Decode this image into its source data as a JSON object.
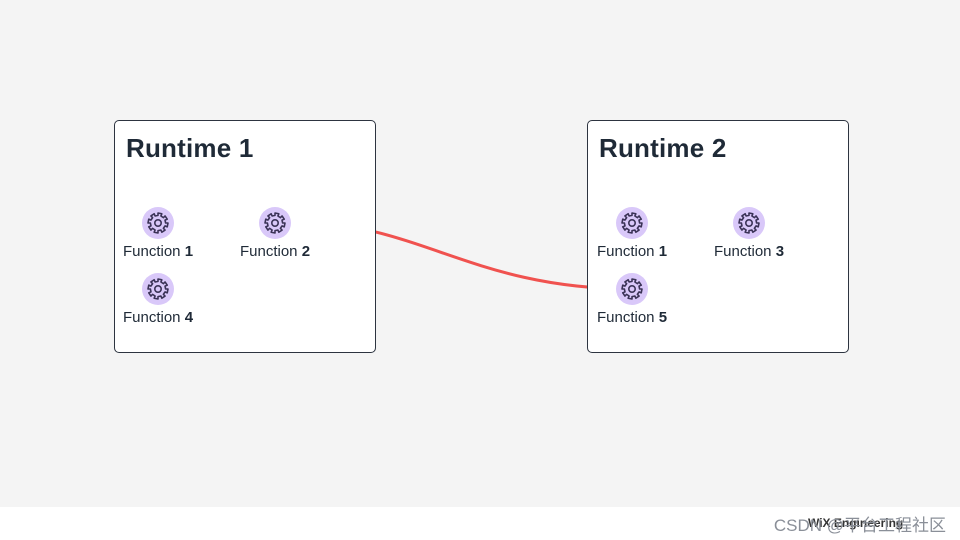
{
  "runtimes": [
    {
      "title": "Runtime 1",
      "functions": [
        {
          "word": "Function",
          "num": "1"
        },
        {
          "word": "Function",
          "num": "2"
        },
        {
          "word": "Function",
          "num": "4"
        }
      ]
    },
    {
      "title": "Runtime 2",
      "functions": [
        {
          "word": "Function",
          "num": "1"
        },
        {
          "word": "Function",
          "num": "3"
        },
        {
          "word": "Function",
          "num": "5"
        }
      ]
    }
  ],
  "connector": {
    "from": "Runtime 1 / Function 2",
    "to": "Runtime 2 / Function 5"
  },
  "colors": {
    "background": "#f4f4f4",
    "box_border": "#2d3440",
    "icon_bg": "#d9c8f9",
    "icon_stroke": "#3b3357",
    "connector": "#f0524f",
    "text": "#1f2a37"
  },
  "icons": {
    "function": "gear-icon"
  },
  "watermark": {
    "logo": "WiX Engineering",
    "text": "CSDN @平台工程社区"
  }
}
